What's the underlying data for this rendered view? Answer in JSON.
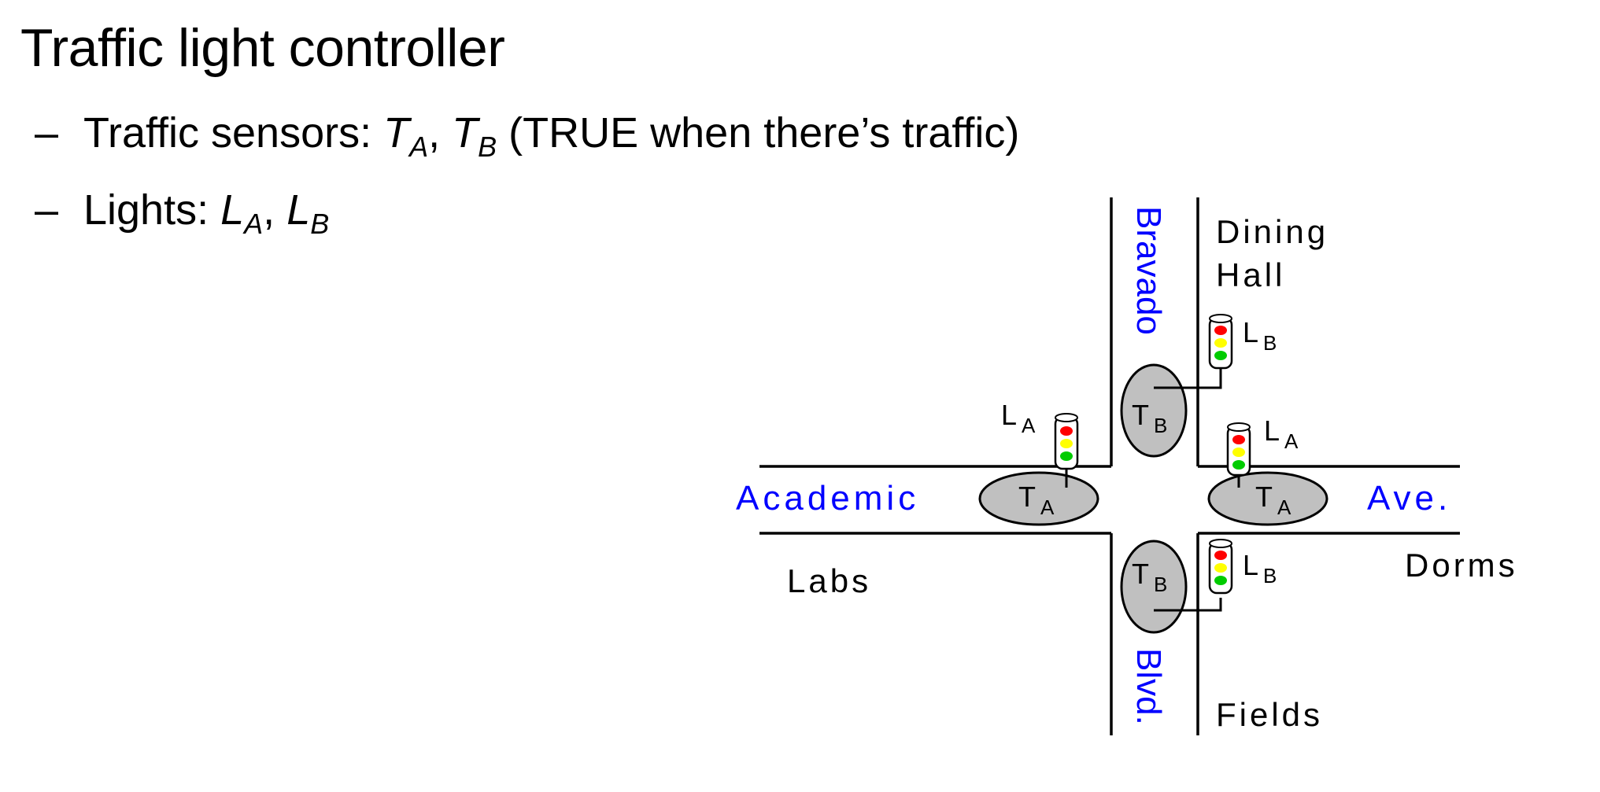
{
  "slide": {
    "title": "Traffic light controller",
    "bullets": {
      "sensors": {
        "dash": "–",
        "prefix": "Traffic sensors: ",
        "ta_main": "T",
        "ta_sub": "A",
        "sep": ", ",
        "tb_main": "T",
        "tb_sub": "B",
        "suffix": " (TRUE when there’s traffic)"
      },
      "lights": {
        "dash": "–",
        "prefix": "Lights: ",
        "la_main": "L",
        "la_sub": "A",
        "sep": ", ",
        "lb_main": "L",
        "lb_sub": "B"
      }
    }
  },
  "diagram": {
    "streets": {
      "bravado": "Bravado",
      "blvd": "Blvd.",
      "academic": "Academic",
      "ave": "Ave."
    },
    "places": {
      "dining": "Dining",
      "hall": "Hall",
      "labs": "Labs",
      "dorms": "Dorms",
      "fields": "Fields"
    },
    "sensor_letter": "T",
    "light_letter": "L",
    "sub_a": "A",
    "sub_b": "B",
    "colors": {
      "street_label": "#0000ff",
      "sensor_fill": "#c0c0c0",
      "light_red": "#ff0000",
      "light_yellow": "#ffff00",
      "light_green": "#00cc00"
    }
  }
}
